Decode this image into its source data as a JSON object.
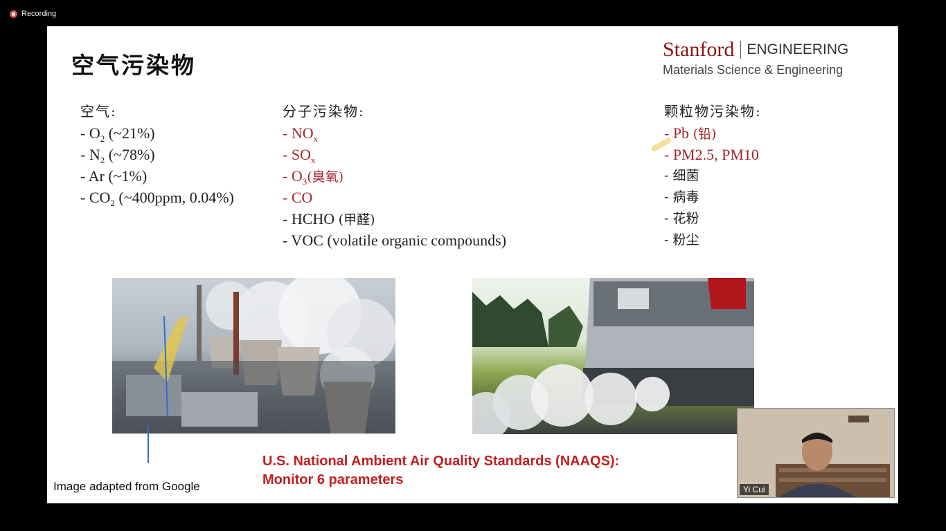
{
  "recording": {
    "label": "Recording"
  },
  "slide": {
    "title": "空气污染物",
    "logo": {
      "stanford": "Stanford",
      "engineering": "ENGINEERING",
      "department": "Materials Science & Engineering"
    },
    "air": {
      "heading": "空气:",
      "items": [
        "- O",
        "2",
        " (~21%)",
        "- N",
        "2",
        " (~78%)",
        "- Ar (~1%)",
        "- CO",
        "2",
        " (~400ppm, 0.04%)"
      ]
    },
    "molecular": {
      "heading": "分子污染物:",
      "no_prefix": "- NO",
      "no_sub": "x",
      "so_prefix": "- SO",
      "so_sub": "x",
      "o3_prefix": "- O",
      "o3_sub": "3",
      "o3_cn": "(臭氧)",
      "co": "- CO",
      "hcho_en": "- HCHO ",
      "hcho_cn": "(甲醛)",
      "voc": "- VOC (volatile organic compounds)"
    },
    "particulate": {
      "heading": "颗粒物污染物:",
      "pb_en": "- Pb ",
      "pb_cn": "(铅)",
      "pm": "- PM2.5, PM10",
      "item3": "- 细菌",
      "item4": "- 病毒",
      "item5": "- 花粉",
      "item6": "- 粉尘"
    },
    "caption": "Image adapted from Google",
    "naaqs_line1": "U.S. National Ambient Air Quality Standards (NAAQS):",
    "naaqs_line2": "Monitor 6 parameters"
  },
  "video": {
    "participant_name": "Yi Cui"
  },
  "colors": {
    "accent_red": "#a6262b",
    "stanford_red": "#8c1515",
    "naaqs_red": "#c0201f"
  }
}
